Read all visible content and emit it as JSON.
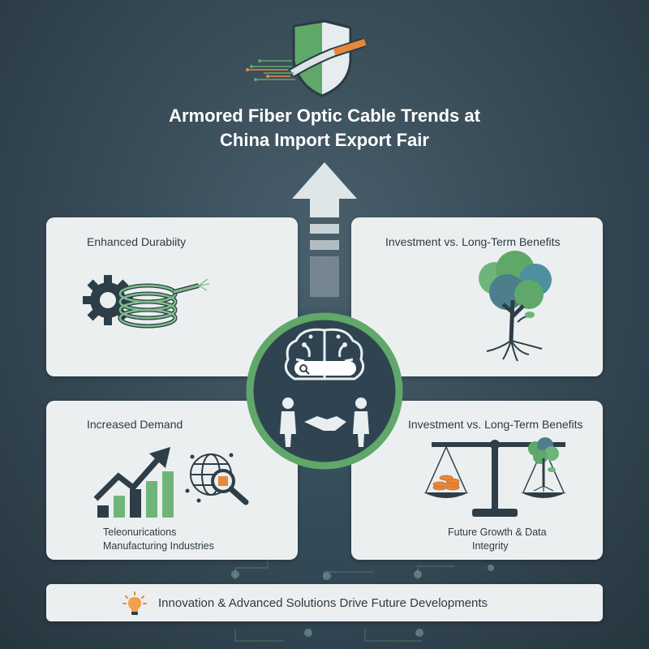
{
  "title": {
    "line1": "Armored Fiber Optic Cable Trends at",
    "line2": "China Import Export Fair"
  },
  "cards": {
    "top_left": {
      "label": "Enhanced Durabiity"
    },
    "top_right": {
      "label": "Investment vs. Long-Term Benefits"
    },
    "bottom_left": {
      "label": "Increased Demand",
      "sub_line1": "Teleonurications",
      "sub_line2": "Manufacturing Industries"
    },
    "bottom_right": {
      "label": "Investment vs. Long-Term Benefits",
      "sub_line1": "Future Growth & Data",
      "sub_line2": "Integrity"
    }
  },
  "bottom_bar": {
    "text": "Innovation & Advanced Solutions Drive Future Developments"
  },
  "icons": {
    "shield": "shield-cable-icon",
    "durability": "gear-cable-icon",
    "tree": "tree-icon",
    "center": "brain-handshake-icon",
    "growth": "bar-chart-arrow-icon",
    "globe": "globe-search-icon",
    "scale": "balance-scale-icon",
    "bulb": "lightbulb-icon"
  },
  "colors": {
    "accent_green": "#5fa86a",
    "accent_orange": "#e8873a",
    "card_bg": "#eceff0",
    "background": "#354854"
  }
}
